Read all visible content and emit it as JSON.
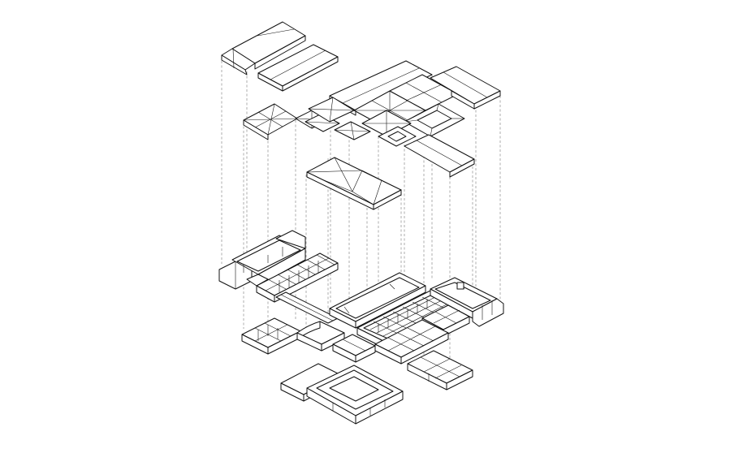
{
  "diagram": {
    "type": "exploded axonometric building drawing",
    "background": "#ffffff",
    "line_color": "#111111",
    "projection_line_color": "#8a8a8a",
    "layers": [
      "roof-upper",
      "roof-middle",
      "roof-lower",
      "ground-floor-plan"
    ]
  }
}
